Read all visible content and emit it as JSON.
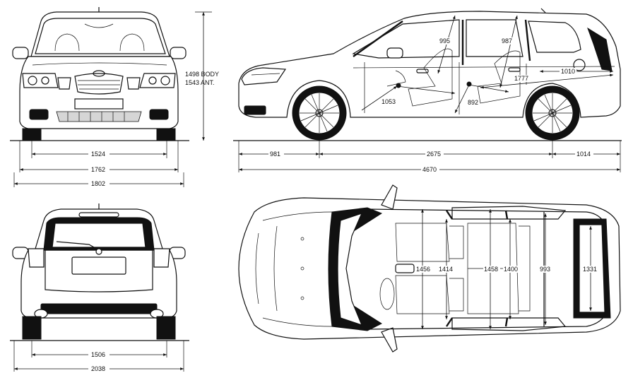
{
  "front_view": {
    "height_label_body": "1498 BODY",
    "height_label_ant": "1543 ANT.",
    "track_front": "1524",
    "width_body": "1762",
    "width_mirrors": "1802"
  },
  "side_view": {
    "front_overhang": "981",
    "wheelbase": "2675",
    "rear_overhang": "1014",
    "overall_length": "4670",
    "front_headroom": "995",
    "rear_headroom": "987",
    "cargo_length_seat_up": "1010",
    "cargo_length_seat_down": "1777",
    "front_legroom": "1053",
    "rear_legroom": "892"
  },
  "rear_view": {
    "track_rear": "1506",
    "width_with_mirrors": "2038"
  },
  "top_view": {
    "front_shoulder_room": "1456",
    "front_hip_room": "1414",
    "rear_shoulder_room": "1458",
    "rear_hip_room": "1400",
    "cargo_width_between_arches": "993",
    "cargo_width_max": "1331"
  }
}
